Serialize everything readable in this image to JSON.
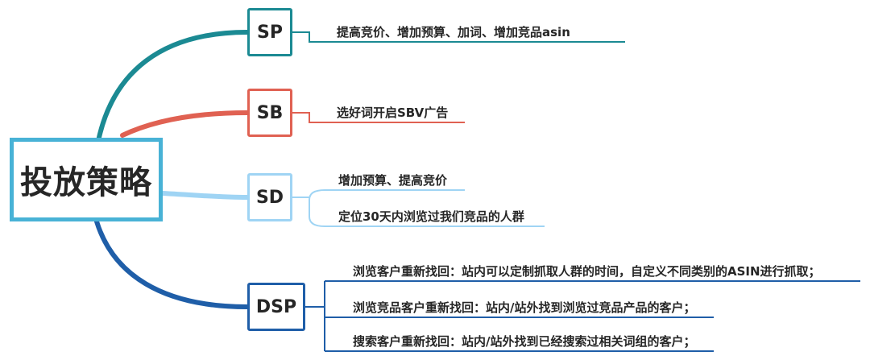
{
  "root": {
    "label": "投放策略"
  },
  "branches": [
    {
      "key": "sp",
      "label": "SP",
      "color": "#1b8a93",
      "leaves": [
        "提高竞价、增加预算、加词、增加竞品asin"
      ]
    },
    {
      "key": "sb",
      "label": "SB",
      "color": "#e06152",
      "leaves": [
        "选好词开启SBV广告"
      ]
    },
    {
      "key": "sd",
      "label": "SD",
      "color": "#9fd4f4",
      "leaves": [
        "增加预算、提高竞价",
        "定位30天内浏览过我们竞品的人群"
      ]
    },
    {
      "key": "dsp",
      "label": "DSP",
      "color": "#1f5ea8",
      "leaves": [
        "浏览客户重新找回：站内可以定制抓取人群的时间，自定义不同类别的ASIN进行抓取；",
        "浏览竞品客户重新找回：站内/站外找到浏览过竞品产品的客户；",
        "搜索客户重新找回：站内/站外找到已经搜索过相关词组的客户；"
      ]
    }
  ]
}
